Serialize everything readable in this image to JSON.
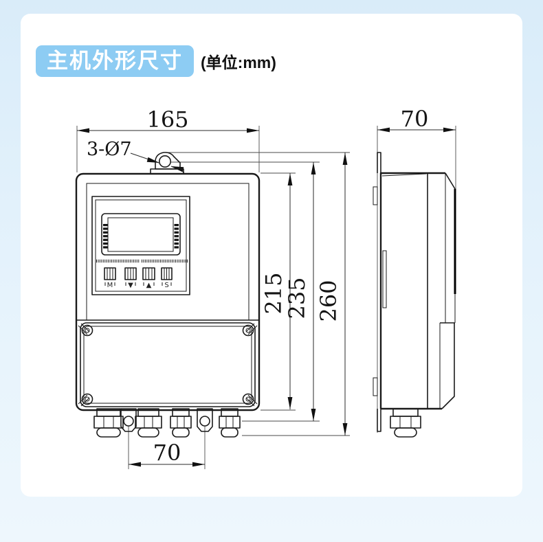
{
  "header": {
    "title": "主机外形尺寸",
    "unit": "(单位:mm)"
  },
  "front_view": {
    "dim_width": "165",
    "dim_holes": "3-Ø7",
    "dim_body_height": "215",
    "dim_hole_height": "235",
    "dim_total_height": "260",
    "dim_gland_spacing": "70",
    "buttons": [
      "M",
      "▼",
      "▲",
      "S"
    ]
  },
  "side_view": {
    "dim_depth": "70"
  },
  "colors": {
    "badge": "#8dccf3",
    "page_background": "#e3f1fb",
    "card_background": "#ffffff",
    "line": "#1a1a1a"
  }
}
